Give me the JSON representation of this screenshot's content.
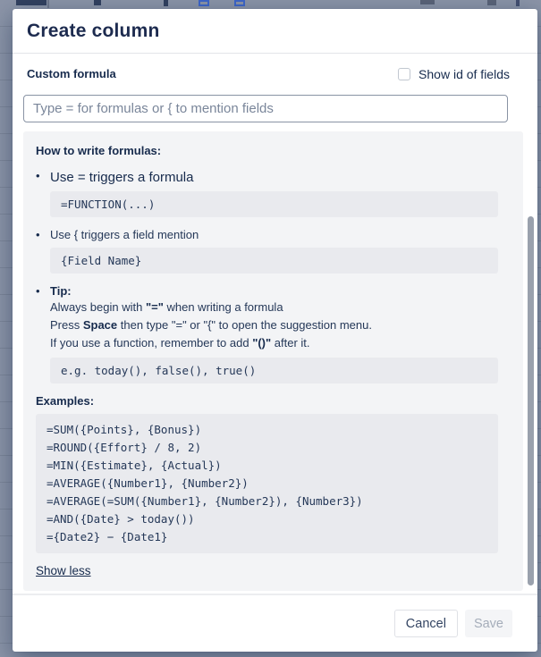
{
  "modal": {
    "title": "Create column",
    "field_label": "Custom formula",
    "checkbox_label": "Show id of fields",
    "input_placeholder": "Type = for formulas or { to mention fields",
    "footer": {
      "cancel_label": "Cancel",
      "save_label": "Save"
    }
  },
  "help": {
    "heading": "How to write formulas:",
    "bullet1": {
      "text": "Use = triggers a formula",
      "code": "=FUNCTION(...)"
    },
    "bullet2": {
      "text": "Use { triggers a field mention",
      "code": "{Field Name}"
    },
    "tip": {
      "heading": "Tip:",
      "line1": {
        "pre": "Always begin with ",
        "bold": "\"=\"",
        "post": " when writing a formula"
      },
      "line2": {
        "pre": "Press ",
        "bold": "Space",
        "post": " then type \"=\" or \"{\" to open the suggestion menu."
      },
      "line3": {
        "pre": "If you use a function, remember to add ",
        "bold": "\"()\"",
        "post": " after it."
      },
      "code": "e.g. today(), false(), true()"
    },
    "examples": {
      "heading": "Examples:",
      "lines": [
        "=SUM({Points}, {Bonus})",
        "=ROUND({Effort} / 8, 2)",
        "=MIN({Estimate}, {Actual})",
        "=AVERAGE({Number1}, {Number2})",
        "=AVERAGE(=SUM({Number1}, {Number2}), {Number3})",
        "=AND({Date} > today())",
        "={Date2} − {Date1}"
      ]
    },
    "show_less_label": "Show less"
  },
  "colors": {
    "title_text": "#1D2B4F",
    "body_text": "#253858",
    "panel_bg": "#F3F4F6",
    "code_bg": "#E9EAEE",
    "input_border": "#8993A4",
    "placeholder_text": "#7A869A",
    "disabled_text": "#A5ADBA",
    "backdrop": "#8C95A8"
  }
}
